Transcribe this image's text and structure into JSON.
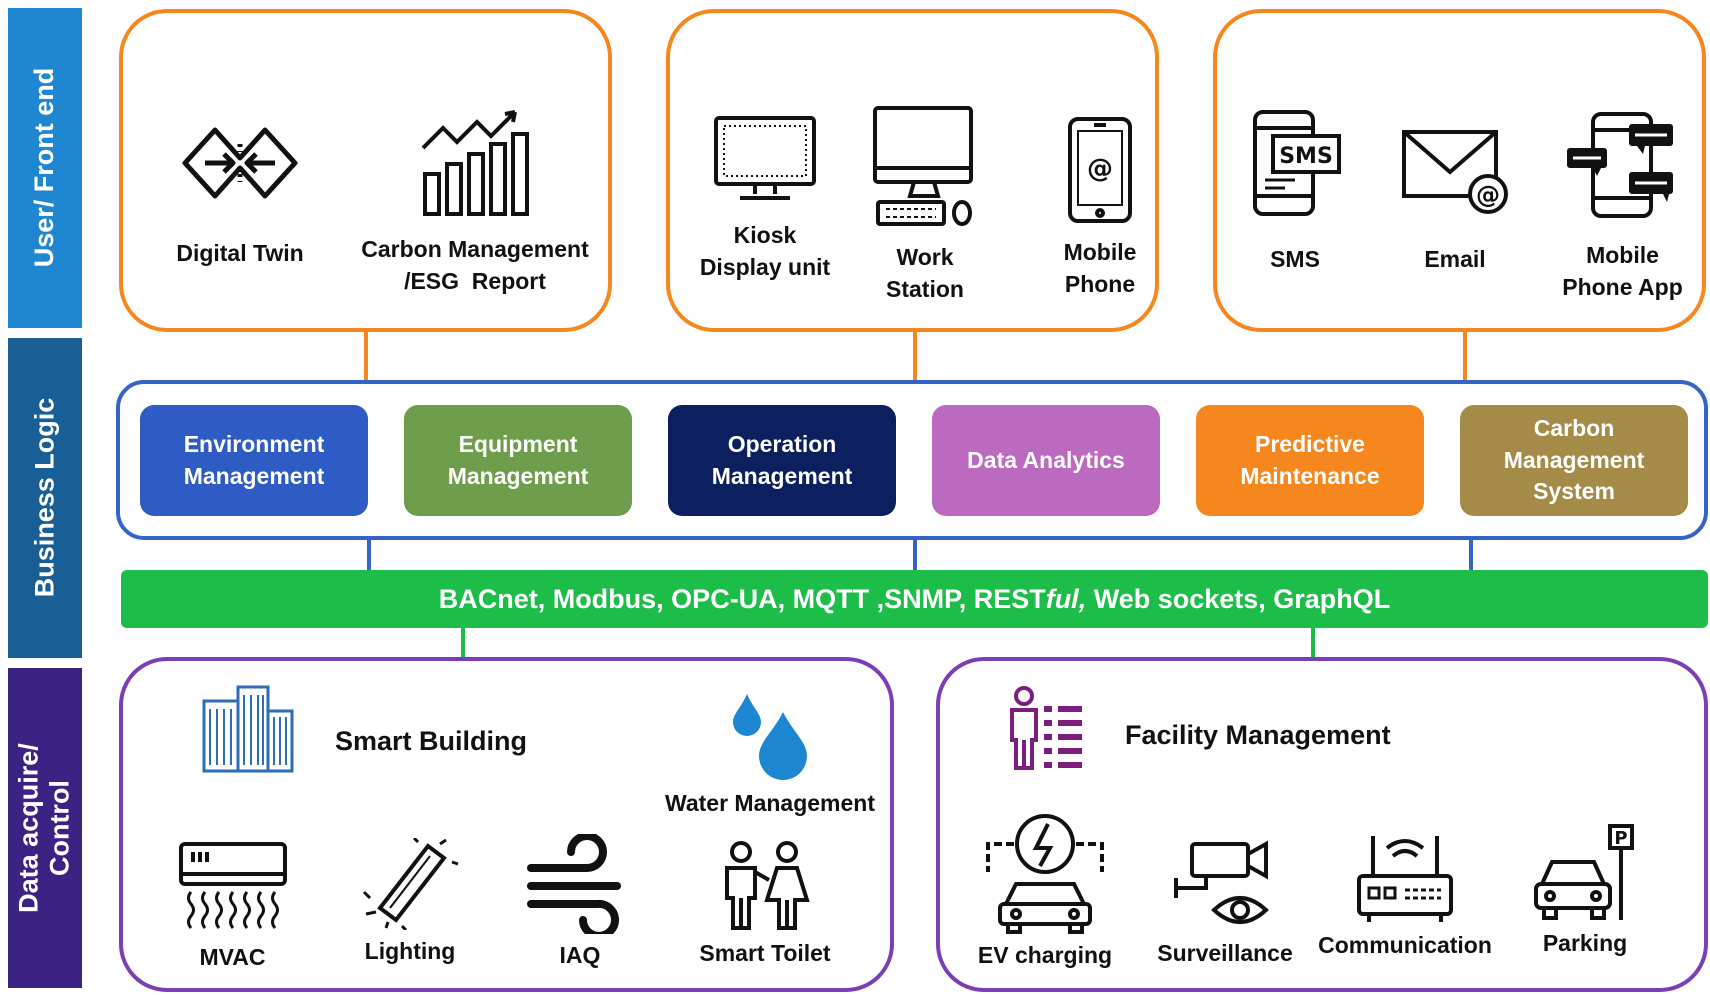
{
  "layers": {
    "frontend": "User/ Front end",
    "business": "Business Logic",
    "data": "Data acquire/\nControl"
  },
  "colors": {
    "frontend_bar": "#1f86d1",
    "business_bar": "#1a5e96",
    "data_bar": "#3b2384",
    "frontend_border": "#f6871f",
    "business_border": "#3563c7",
    "data_border": "#7b3fb5",
    "protocol_bar": "#1dbd4a"
  },
  "frontend": {
    "box1": [
      {
        "icon": "digital-twin-icon",
        "label": "Digital Twin"
      },
      {
        "icon": "carbon-chart-icon",
        "label": "Carbon Management\n/ESG  Report"
      }
    ],
    "box2": [
      {
        "icon": "kiosk-display-icon",
        "label": "Kiosk\nDisplay unit"
      },
      {
        "icon": "workstation-icon",
        "label": "Work\nStation"
      },
      {
        "icon": "mobile-phone-icon",
        "label": "Mobile\nPhone"
      }
    ],
    "box3": [
      {
        "icon": "sms-icon",
        "label": "SMS"
      },
      {
        "icon": "email-icon",
        "label": "Email"
      },
      {
        "icon": "mobile-app-icon",
        "label": "Mobile\nPhone App"
      }
    ]
  },
  "business_logic": {
    "modules": [
      {
        "label": "Environment\nManagement",
        "color": "#2e5bc4"
      },
      {
        "label": "Equipment\nManagement",
        "color": "#6e9e4c"
      },
      {
        "label": "Operation\nManagement",
        "color": "#0c1f5e"
      },
      {
        "label": "Data Analytics",
        "color": "#bb6abf"
      },
      {
        "label": "Predictive\nMaintenance",
        "color": "#f6871f"
      },
      {
        "label": "Carbon\nManagement\nSystem",
        "color": "#a48b47"
      }
    ]
  },
  "protocols": {
    "text_before": "BACnet, Modbus, OPC-UA, MQTT ,SNMP, REST",
    "text_italic": "ful,",
    "text_after": " Web sockets, GraphQL"
  },
  "smart_building": {
    "title": "Smart Building",
    "water_label": "Water Management",
    "items": [
      {
        "icon": "mvac-icon",
        "label": "MVAC"
      },
      {
        "icon": "lighting-icon",
        "label": "Lighting"
      },
      {
        "icon": "iaq-icon",
        "label": "IAQ"
      },
      {
        "icon": "smart-toilet-icon",
        "label": "Smart Toilet"
      }
    ]
  },
  "facility": {
    "title": "Facility Management",
    "items": [
      {
        "icon": "ev-charging-icon",
        "label": "EV charging"
      },
      {
        "icon": "surveillance-icon",
        "label": "Surveillance"
      },
      {
        "icon": "communication-icon",
        "label": "Communication"
      },
      {
        "icon": "parking-icon",
        "label": "Parking"
      }
    ]
  }
}
